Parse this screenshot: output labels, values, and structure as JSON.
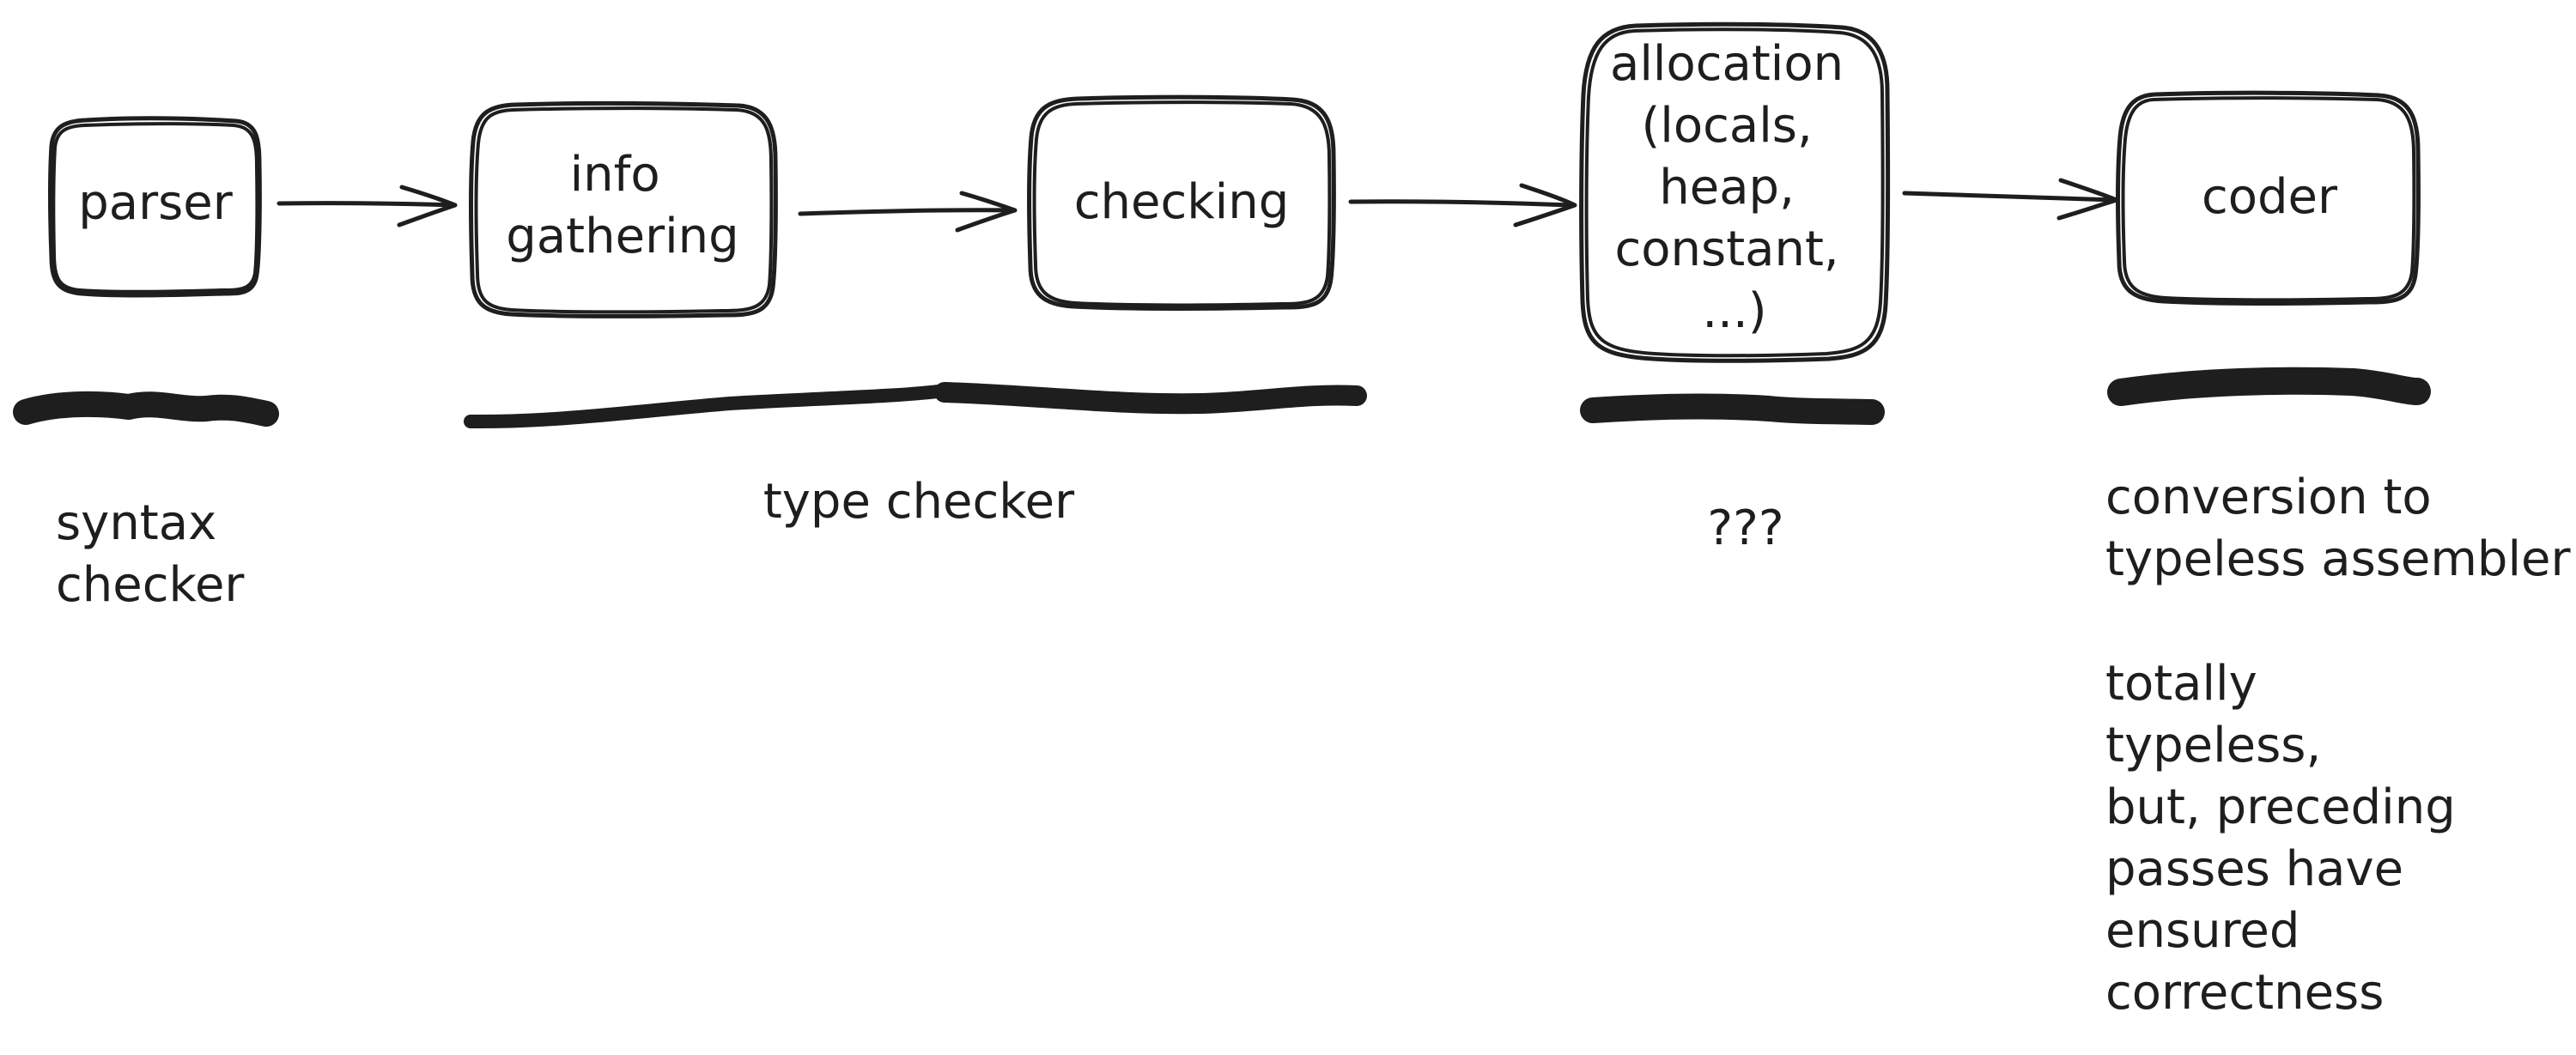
{
  "stages": [
    {
      "id": "parser",
      "label_lines": [
        "parser"
      ]
    },
    {
      "id": "info-gathering",
      "label_lines": [
        "info",
        "gathering"
      ]
    },
    {
      "id": "checking",
      "label_lines": [
        "checking"
      ]
    },
    {
      "id": "allocation",
      "label_lines": [
        "allocation",
        "(locals,",
        "heap,",
        "constant,",
        "...)"
      ]
    },
    {
      "id": "coder",
      "label_lines": [
        "coder"
      ]
    }
  ],
  "annotations": {
    "syntax_checker": [
      "syntax",
      "checker"
    ],
    "type_checker": [
      "type checker"
    ],
    "unknown": [
      "???"
    ],
    "conversion": [
      "conversion to",
      "typeless assembler"
    ],
    "typeless_note": [
      "totally",
      "typeless,",
      "but, preceding",
      "passes have",
      "ensured",
      "correctness"
    ]
  },
  "colors": {
    "ink": "#1e1e1e",
    "background": "#ffffff"
  }
}
